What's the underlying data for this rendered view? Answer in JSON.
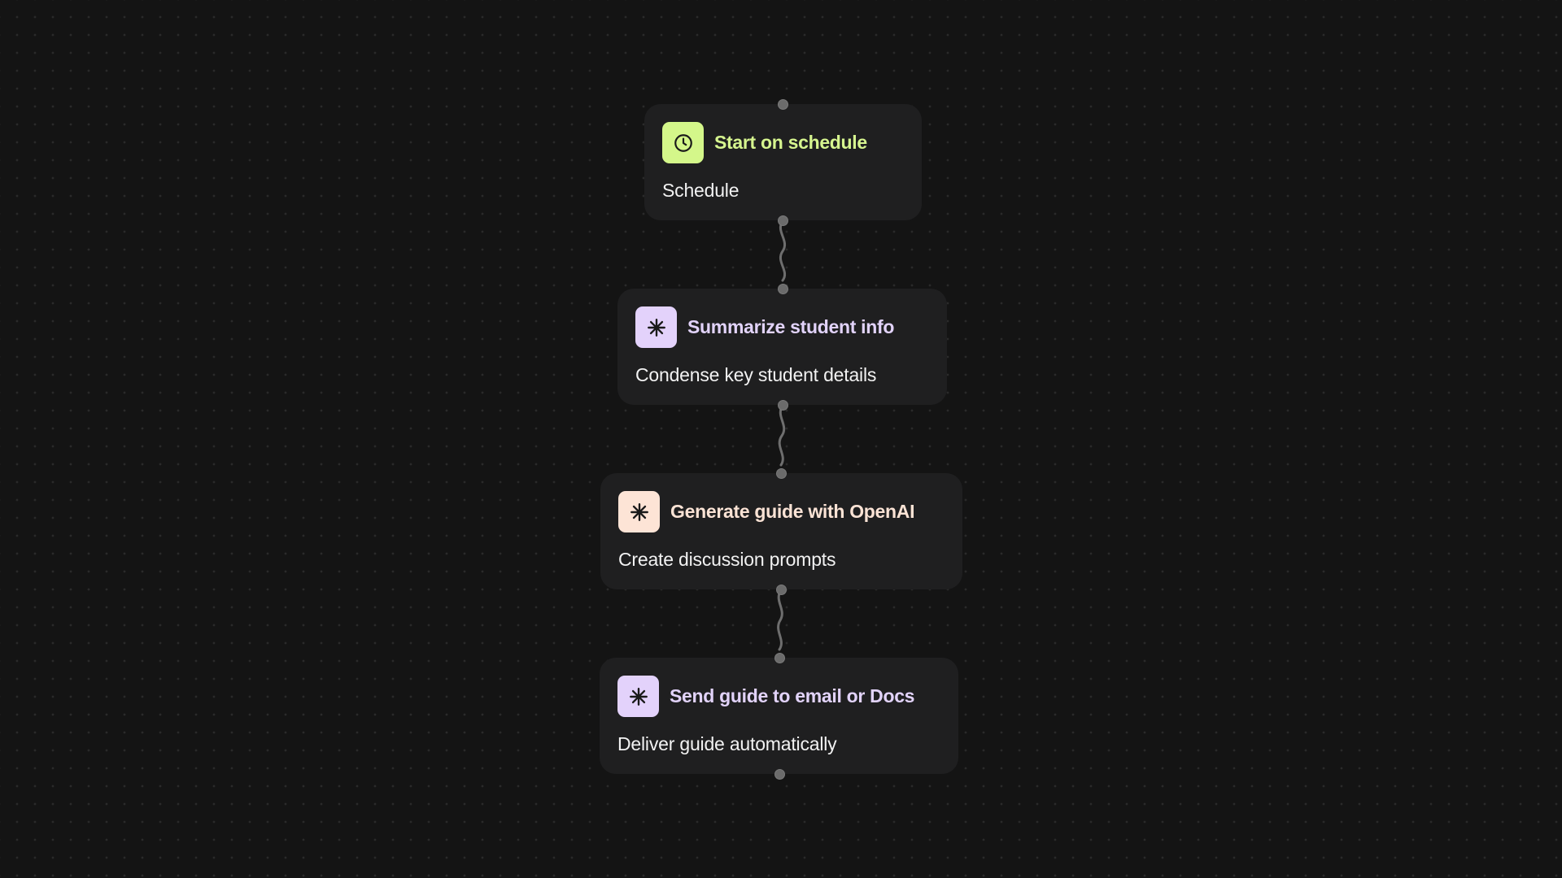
{
  "workflow": {
    "nodes": [
      {
        "id": "start",
        "title": "Start on schedule",
        "description": "Schedule",
        "icon": "clock-icon",
        "icon_bg": "#d4f78a",
        "title_color": "#d6f58f"
      },
      {
        "id": "summarize",
        "title": "Summarize student info",
        "description": "Condense key student details",
        "icon": "asterisk-icon",
        "icon_bg": "#e3d2fb",
        "title_color": "#e2d3fa"
      },
      {
        "id": "generate",
        "title": "Generate guide with OpenAI",
        "description": "Create discussion prompts",
        "icon": "asterisk-icon",
        "icon_bg": "#fde4d6",
        "title_color": "#fbe3d5"
      },
      {
        "id": "send",
        "title": "Send guide to email or Docs",
        "description": "Deliver guide automatically",
        "icon": "asterisk-icon",
        "icon_bg": "#e3d2fb",
        "title_color": "#e2d3fa"
      }
    ],
    "colors": {
      "background": "#141414",
      "node_bg": "#1f1f20",
      "port": "#6b6b6b",
      "edge": "#6e6e6e"
    }
  }
}
